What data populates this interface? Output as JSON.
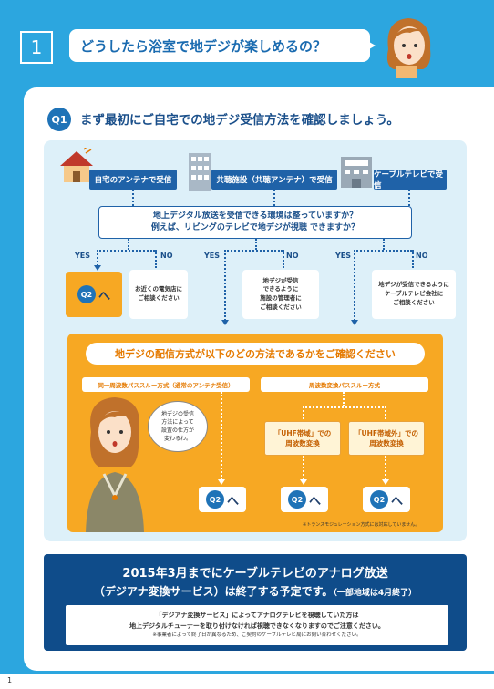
{
  "header": {
    "number": "1",
    "title": "どうしたら浴室で地デジが楽しめるの？"
  },
  "q1": {
    "badge": "Q1",
    "text": "まず最初にご自宅での地デジ受信方法を確認しましょう。"
  },
  "sources": [
    "自宅のアンテナで受信",
    "共聴施設（共聴アンテナ）で受信",
    "ケーブルテレビで受信"
  ],
  "question": {
    "line1": "地上デジタル放送を受信できる環境は整っていますか？",
    "line2": "例えば、リビングのテレビで地デジが視聴 できますか？"
  },
  "yes": "YES",
  "no": "NO",
  "q2": {
    "badge": "Q2",
    "he": "へ"
  },
  "notes": [
    {
      "l1": "お近くの電気店に",
      "l2": "ご相談ください"
    },
    {
      "l1": "地デジが受信",
      "l2": "できるように",
      "l3": "施設の管理者に",
      "l4": "ご相談ください"
    },
    {
      "l1": "地デジが受信できるように",
      "l2": "ケーブルテレビ会社に",
      "l3": "ご相談ください"
    }
  ],
  "confirm": {
    "title": "地デジの配信方式が以下のどの方法であるかをご確認ください",
    "method1": "同一周波数パススルー方式（通常のアンテナ受信）",
    "method2": "周波数変換パススルー方式",
    "box1": {
      "l1": "「UHF帯域」での",
      "l2": "周波数変換"
    },
    "box2": {
      "l1": "「UHF帯域外」での",
      "l2": "周波数変換"
    },
    "speech": {
      "l1": "地デジの受信",
      "l2": "方法によって",
      "l3": "設置の仕方が",
      "l4": "変わるわ。"
    },
    "footnote": "※トランスモジュレーション方式には対応していません。"
  },
  "notice": {
    "line1": "2015年3月までにケーブルテレビのアナログ放送",
    "line2": "（デジアナ変換サービス）は終了する予定です。",
    "line2_small": "（一部地域は4月終了）",
    "box_l1": "「デジアナ変換サービス」によってアナログテレビを視聴していた方は",
    "box_l2": "地上デジタルチューナーを取り付けなければ視聴できなくなりますのでご注意ください。",
    "box_l3": "※事業者によって終了日が異なるため、ご契約のケーブルテレビ局にお問い合わせください。"
  },
  "page_number": "1",
  "colors": {
    "blue": "#2ca6df",
    "navy": "#0f4c8a",
    "orange": "#f7a823"
  }
}
